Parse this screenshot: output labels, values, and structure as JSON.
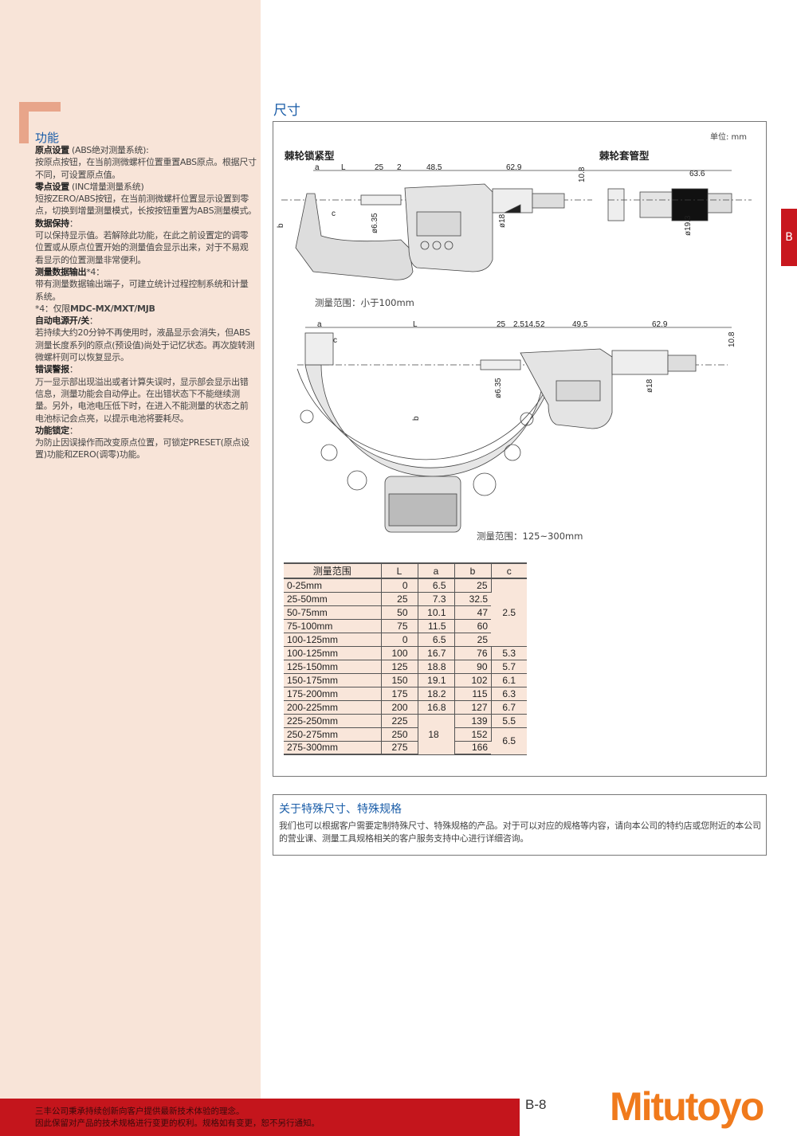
{
  "sidebar": {
    "title": "功能",
    "items": [
      {
        "heading": "原点设置",
        "heading_note": " (ABS绝对测量系统):",
        "text": "按原点按钮，在当前测微螺杆位置重置ABS原点。根据尺寸不同，可设置原点值。"
      },
      {
        "heading": "零点设置",
        "heading_note": " (INC增量测量系统)",
        "text": "短按ZERO/ABS按钮，在当前测微螺杆位置显示设置到零点，切换到增量测量模式，长按按钮重置为ABS测量模式。"
      },
      {
        "heading": "数据保持",
        "heading_note": "：",
        "text": "可以保持显示值。若解除此功能，在此之前设置定的调零位置或从原点位置开始的测量值会显示出来，对于不易观看显示的位置测量非常便利。"
      },
      {
        "heading": "测量数据输出",
        "heading_note": "*4：",
        "text": "带有测量数据输出端子，可建立统计过程控制系统和计量系统。"
      },
      {
        "note_prefix": "*4：仅限",
        "note_bold": "MDC-MX/MXT/MJB"
      },
      {
        "heading": "自动电源开/关",
        "heading_note": "：",
        "text": "若持续大约20分钟不再使用时，液晶显示会消失，但ABS测量长度系列的原点(预设值)尚处于记忆状态。再次旋转测微螺杆则可以恢复显示。"
      },
      {
        "heading": "错误警报",
        "heading_note": "：",
        "text": "万一显示部出现溢出或者计算失误时，显示部会显示出错信息，测量功能会自动停止。在出错状态下不能继续测量。另外，电池电压低下时，在进入不能测量的状态之前电池标记会点亮，以提示电池将要耗尽。"
      },
      {
        "heading": "功能锁定",
        "heading_note": "：",
        "text": "为防止因误操作而改变原点位置，可锁定PRESET(原点设置)功能和ZERO(调零)功能。"
      }
    ]
  },
  "dimensions": {
    "title": "尺寸",
    "unit": "单位: mm",
    "type1": "棘轮锁紧型",
    "type2": "棘轮套管型",
    "caption1": "测量范围：小于100mm",
    "caption2": "测量范围：125~300mm",
    "d1": {
      "a": "a",
      "L": "L",
      "v25": "25",
      "v2": "2",
      "v485": "48.5",
      "v629": "62.9",
      "v108": "10.8",
      "c": "c",
      "b": "b",
      "d635": "ø6.35",
      "d18": "ø18"
    },
    "d2": {
      "v636": "63.6",
      "d193": "ø19.3"
    },
    "d3": {
      "a": "a",
      "L": "L",
      "v25": "25",
      "v25b": "2.5",
      "v145": "14.5",
      "v2": "2",
      "v495": "49.5",
      "v629": "62.9",
      "v108": "10.8",
      "c": "c",
      "b": "b",
      "d635": "ø6.35",
      "d18": "ø18"
    },
    "table": {
      "headers": [
        "测量范围",
        "L",
        "a",
        "b",
        "c"
      ],
      "rows": [
        [
          "0-25mm",
          "0",
          "6.5",
          "25",
          "2.5"
        ],
        [
          "25-50mm",
          "25",
          "7.3",
          "32.5",
          null
        ],
        [
          "50-75mm",
          "50",
          "10.1",
          "47",
          null
        ],
        [
          "75-100mm",
          "75",
          "11.5",
          "60",
          null
        ],
        [
          "100-125mm",
          "0",
          "6.5",
          "25",
          null
        ],
        [
          "100-125mm",
          "100",
          "16.7",
          "76",
          "5.3"
        ],
        [
          "125-150mm",
          "125",
          "18.8",
          "90",
          "5.7"
        ],
        [
          "150-175mm",
          "150",
          "19.1",
          "102",
          "6.1"
        ],
        [
          "175-200mm",
          "175",
          "18.2",
          "115",
          "6.3"
        ],
        [
          "200-225mm",
          "200",
          "16.8",
          "127",
          "6.7"
        ],
        [
          "225-250mm",
          "225",
          "18",
          "139",
          "5.5"
        ],
        [
          "250-275mm",
          "250",
          null,
          "152",
          "6.5"
        ],
        [
          "275-300mm",
          "275",
          null,
          "166",
          null
        ]
      ]
    }
  },
  "special": {
    "title": "关于特殊尺寸、特殊规格",
    "text": "我们也可以根据客户需要定制特殊尺寸、特殊规格的产品。对于可以对应的规格等内容，请向本公司的特约店或您附近的本公司的营业课、测量工具规格相关的客户服务支持中心进行详细咨询。"
  },
  "side_tab": "B",
  "footer": {
    "line1": "三丰公司秉承持续创新向客户提供最新技术体验的理念。",
    "line2": "因此保留对产品的技术规格进行变更的权利。规格如有变更，恕不另行通知。"
  },
  "page_number": "B-8",
  "brand": "Mitutoyo",
  "colors": {
    "accent_blue": "#1a5da8",
    "brand_red": "#c4151c",
    "brand_orange": "#f07a1c",
    "sidebar_bg": "#f8e4d8"
  }
}
